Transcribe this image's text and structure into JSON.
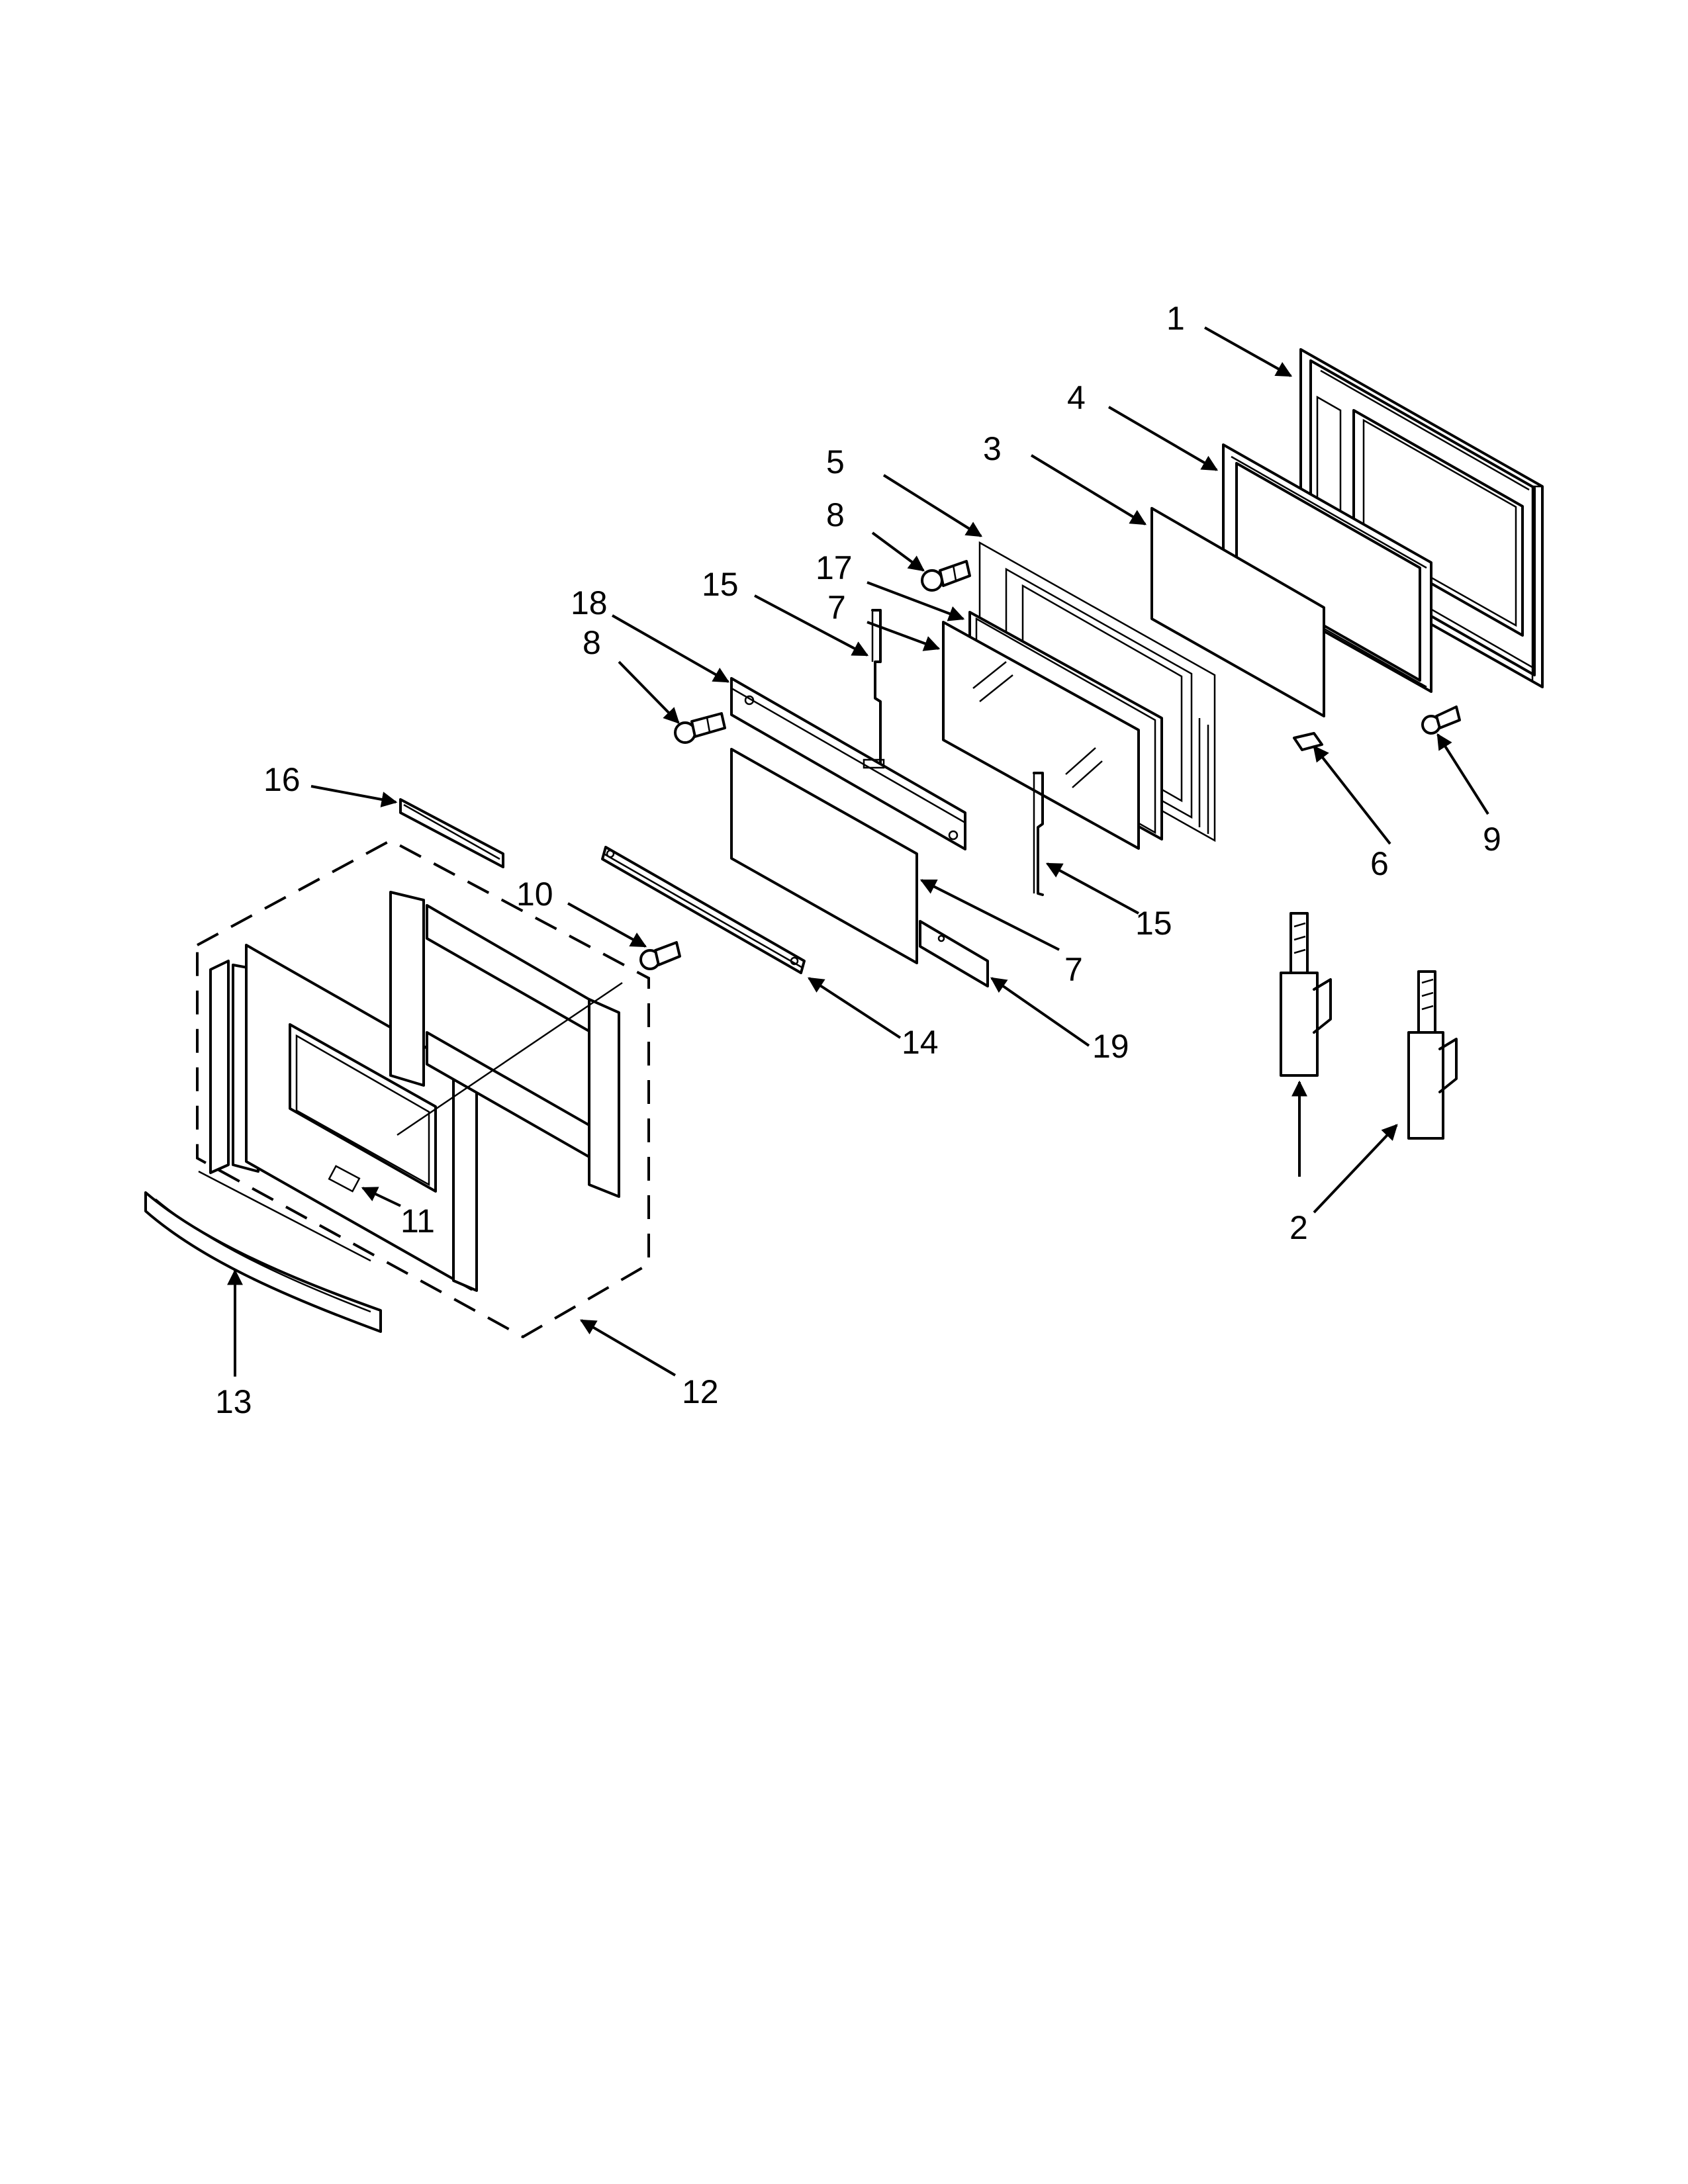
{
  "callouts": [
    {
      "id": "c1",
      "label": "1"
    },
    {
      "id": "c4",
      "label": "4"
    },
    {
      "id": "c3",
      "label": "3"
    },
    {
      "id": "c5",
      "label": "5"
    },
    {
      "id": "c8a",
      "label": "8"
    },
    {
      "id": "c17",
      "label": "17"
    },
    {
      "id": "c7a",
      "label": "7"
    },
    {
      "id": "c15a",
      "label": "15"
    },
    {
      "id": "c18",
      "label": "18"
    },
    {
      "id": "c8b",
      "label": "8"
    },
    {
      "id": "c16",
      "label": "16"
    },
    {
      "id": "c10",
      "label": "10"
    },
    {
      "id": "c6",
      "label": "6"
    },
    {
      "id": "c9",
      "label": "9"
    },
    {
      "id": "c15b",
      "label": "15"
    },
    {
      "id": "c7b",
      "label": "7"
    },
    {
      "id": "c14",
      "label": "14"
    },
    {
      "id": "c19",
      "label": "19"
    },
    {
      "id": "c11",
      "label": "11"
    },
    {
      "id": "c12",
      "label": "12"
    },
    {
      "id": "c13",
      "label": "13"
    },
    {
      "id": "c2",
      "label": "2"
    }
  ],
  "colors": {
    "ink": "#000000",
    "paper": "#ffffff"
  }
}
